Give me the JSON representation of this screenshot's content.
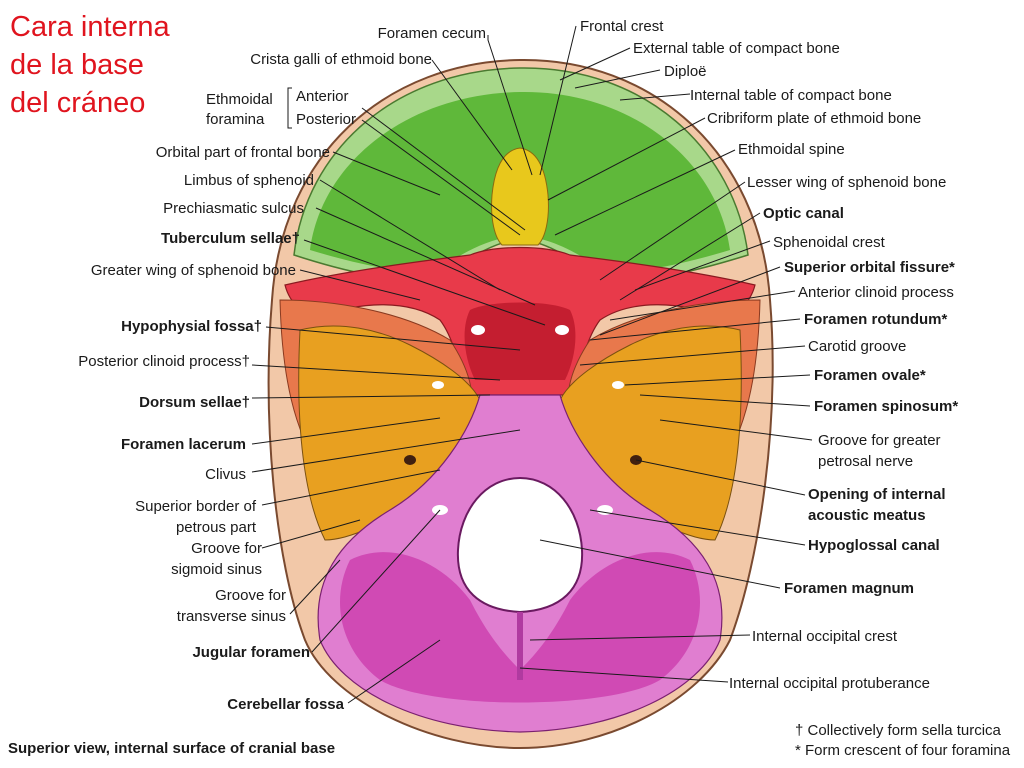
{
  "title": [
    "Cara interna",
    "de la base",
    "del cráneo"
  ],
  "caption": "Superior view, internal surface of cranial base",
  "footnotes": {
    "dagger": "† Collectively form sella turcica",
    "star": "* Form crescent of four foramina"
  },
  "ethmoidal_foramina": {
    "group": [
      "Ethmoidal",
      "foramina"
    ],
    "anterior": "Anterior",
    "posterior": "Posterior"
  },
  "left_labels": [
    {
      "id": "foramen-cecum",
      "text": "Foramen cecum",
      "bold": false
    },
    {
      "id": "crista-galli",
      "text": "Crista galli of ethmoid bone",
      "bold": false
    },
    {
      "id": "orbital-part",
      "text": "Orbital part of frontal bone",
      "bold": false
    },
    {
      "id": "limbus",
      "text": "Limbus of sphenoid",
      "bold": false
    },
    {
      "id": "prechiasmatic",
      "text": "Prechiasmatic sulcus",
      "bold": false
    },
    {
      "id": "tuberculum",
      "text": "Tuberculum sellae†",
      "bold": true
    },
    {
      "id": "greater-wing",
      "text": "Greater wing of sphenoid bone",
      "bold": false
    },
    {
      "id": "hypophysial",
      "text": "Hypophysial fossa†",
      "bold": true
    },
    {
      "id": "post-clinoid",
      "text": "Posterior clinoid process†",
      "bold": false
    },
    {
      "id": "dorsum",
      "text": "Dorsum sellae†",
      "bold": true
    },
    {
      "id": "lacerum",
      "text": "Foramen lacerum",
      "bold": true
    },
    {
      "id": "clivus",
      "text": "Clivus",
      "bold": false
    },
    {
      "id": "sup-border",
      "text": [
        "Superior border of",
        "petrous part"
      ],
      "bold": false
    },
    {
      "id": "sigmoid",
      "text": [
        "Groove for",
        "sigmoid sinus"
      ],
      "bold": false
    },
    {
      "id": "transverse",
      "text": [
        "Groove for",
        "transverse sinus"
      ],
      "bold": false
    },
    {
      "id": "jugular",
      "text": "Jugular foramen",
      "bold": true
    },
    {
      "id": "cerebellar",
      "text": "Cerebellar fossa",
      "bold": true
    }
  ],
  "right_labels": [
    {
      "id": "frontal-crest",
      "text": "Frontal crest",
      "bold": false
    },
    {
      "id": "external-table",
      "text": "External table of compact bone",
      "bold": false
    },
    {
      "id": "diploe",
      "text": "Diploë",
      "bold": false
    },
    {
      "id": "internal-table",
      "text": "Internal table of compact bone",
      "bold": false
    },
    {
      "id": "cribriform",
      "text": "Cribriform plate of ethmoid bone",
      "bold": false
    },
    {
      "id": "ethmoidal-spine",
      "text": "Ethmoidal spine",
      "bold": false
    },
    {
      "id": "lesser-wing",
      "text": "Lesser wing of sphenoid bone",
      "bold": false
    },
    {
      "id": "optic-canal",
      "text": "Optic canal",
      "bold": true
    },
    {
      "id": "sphenoidal-crest",
      "text": "Sphenoidal crest",
      "bold": false
    },
    {
      "id": "sup-orbital",
      "text": "Superior orbital fissure*",
      "bold": true
    },
    {
      "id": "ant-clinoid",
      "text": "Anterior clinoid process",
      "bold": false
    },
    {
      "id": "rotundum",
      "text": "Foramen rotundum*",
      "bold": true
    },
    {
      "id": "carotid",
      "text": "Carotid groove",
      "bold": false
    },
    {
      "id": "ovale",
      "text": "Foramen ovale*",
      "bold": true
    },
    {
      "id": "spinosum",
      "text": "Foramen spinosum*",
      "bold": true
    },
    {
      "id": "greater-petrosal",
      "text": [
        "Groove for greater",
        "petrosal nerve"
      ],
      "bold": false
    },
    {
      "id": "int-acoustic",
      "text": [
        "Opening of internal",
        "acoustic meatus"
      ],
      "bold": true
    },
    {
      "id": "hypoglossal",
      "text": "Hypoglossal canal",
      "bold": true
    },
    {
      "id": "magnum",
      "text": "Foramen magnum",
      "bold": true
    },
    {
      "id": "occ-crest",
      "text": "Internal occipital crest",
      "bold": false
    },
    {
      "id": "occ-protuberance",
      "text": "Internal occipital protuberance",
      "bold": false
    }
  ],
  "colors": {
    "title": "#e0141e",
    "frontal": "#5fb83a",
    "frontal_rim": "#a8d88a",
    "ethmoid": "#e8c81c",
    "sphenoid": "#e83a4a",
    "sphenoid_dark": "#c41e30",
    "middle_fossa": "#e8784c",
    "temporal": "#e8a020",
    "occipital": "#d04ab4",
    "occipital_light": "#e07ed0",
    "bone_rim": "#f2c8a8"
  }
}
